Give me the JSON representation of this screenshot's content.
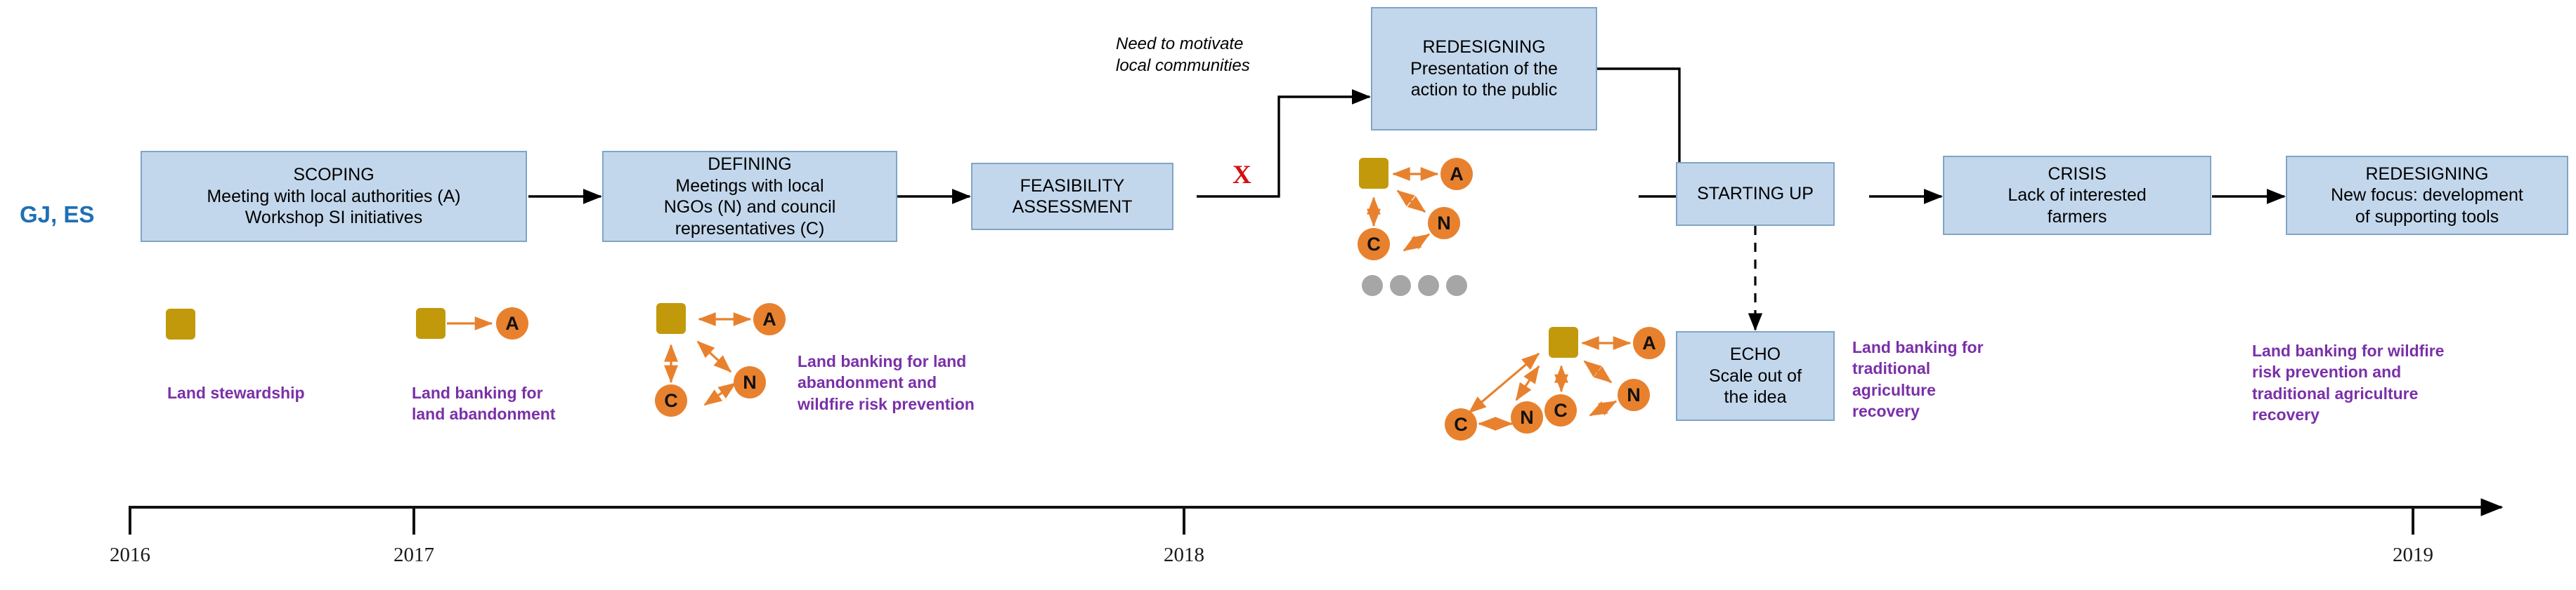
{
  "region_label": "GJ, ES",
  "colors": {
    "box_fill": "#c3d7ec",
    "box_border": "#7fa5c6",
    "node_orange": "#e8812e",
    "square_gold": "#c1990b",
    "annotation_purple": "#7a30a8",
    "region_blue": "#1f6fb5",
    "crisis_red": "#d31010",
    "dot_gray": "#a6a6a6"
  },
  "stages": [
    {
      "id": "scoping",
      "title": "SCOPING",
      "body": "Meeting with local authorities (A)\nWorkshop SI initiatives"
    },
    {
      "id": "defining",
      "title": "DEFINING",
      "body": "Meetings with local\nNGOs (N) and council\nrepresentatives (C)"
    },
    {
      "id": "feasibility",
      "title": "FEASIBILITY",
      "body": "ASSESSMENT"
    },
    {
      "id": "redesigning1",
      "title": "REDESIGNING",
      "body": "Presentation of the\naction to the public"
    },
    {
      "id": "startingup",
      "title": "STARTING UP",
      "body": ""
    },
    {
      "id": "echo",
      "title": "ECHO",
      "body": "Scale out of\nthe idea"
    },
    {
      "id": "crisis",
      "title": "CRISIS",
      "body": "Lack of interested\nfarmers"
    },
    {
      "id": "redesigning2",
      "title": "REDESIGNING",
      "body": "New focus: development\nof supporting tools"
    }
  ],
  "notes": {
    "motivate": "Need to motivate\nlocal communities",
    "crisis_marker": "X"
  },
  "annotations": [
    {
      "id": "ann-stewardship",
      "text": "Land stewardship"
    },
    {
      "id": "ann-abandonment",
      "text": "Land banking for\nland abandonment"
    },
    {
      "id": "ann-wildfire",
      "text": "Land banking for land\nabandonment and\nwildfire risk prevention"
    },
    {
      "id": "ann-traditional",
      "text": "Land banking for\ntraditional\nagriculture\nrecovery"
    },
    {
      "id": "ann-combined",
      "text": "Land banking for wildfire\nrisk prevention and\ntraditional agriculture\nrecovery"
    }
  ],
  "networks": [
    {
      "id": "net-1",
      "nodes": []
    },
    {
      "id": "net-2",
      "nodes": [
        "A"
      ]
    },
    {
      "id": "net-3",
      "nodes": [
        "A",
        "N",
        "C"
      ]
    },
    {
      "id": "net-4",
      "nodes": [
        "A",
        "N",
        "C"
      ],
      "gray_dots": 4
    },
    {
      "id": "net-5",
      "nodes": [
        "A",
        "N",
        "C",
        "N",
        "C"
      ]
    }
  ],
  "node_labels": {
    "a": "A",
    "n": "N",
    "c": "C"
  },
  "timeline": {
    "years": [
      "2016",
      "2017",
      "2018",
      "2019"
    ]
  }
}
